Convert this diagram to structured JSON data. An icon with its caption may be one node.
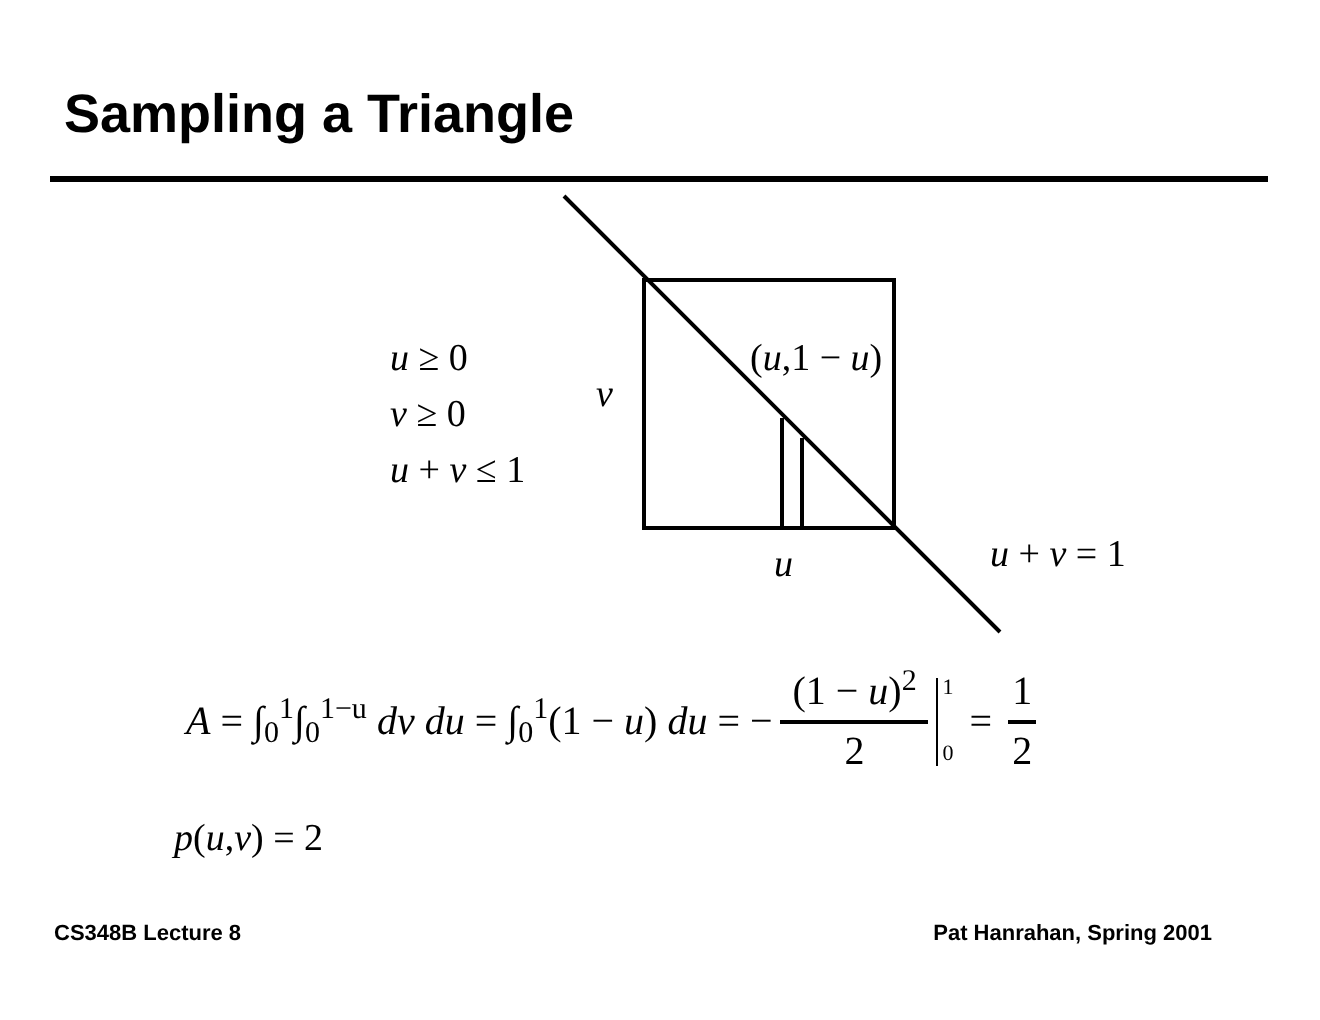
{
  "diagram": {
    "title": "Sampling a Triangle",
    "labels": [
      "*u* ≥ 0",
      "*v* ≥ 0",
      "*u* + *v* ≤ 1",
      "v",
      "(*u*,1 − *u*)",
      "u",
      "*u* + *v* = 1",
      "*A* = ∫$_{0}$$^{1}$∫$_{0}$$^{1−u}$ *dv du* = ∫$_{0}$$^{1}$(1 − *u*) *du* = −",
      "(1 − *u*)$^{2}$",
      "2",
      "1",
      "0",
      "=",
      "1",
      "2",
      "*p*(*u*,*v*) = 2",
      "CS348B Lecture 8",
      "Pat Hanrahan, Spring 2001"
    ]
  }
}
